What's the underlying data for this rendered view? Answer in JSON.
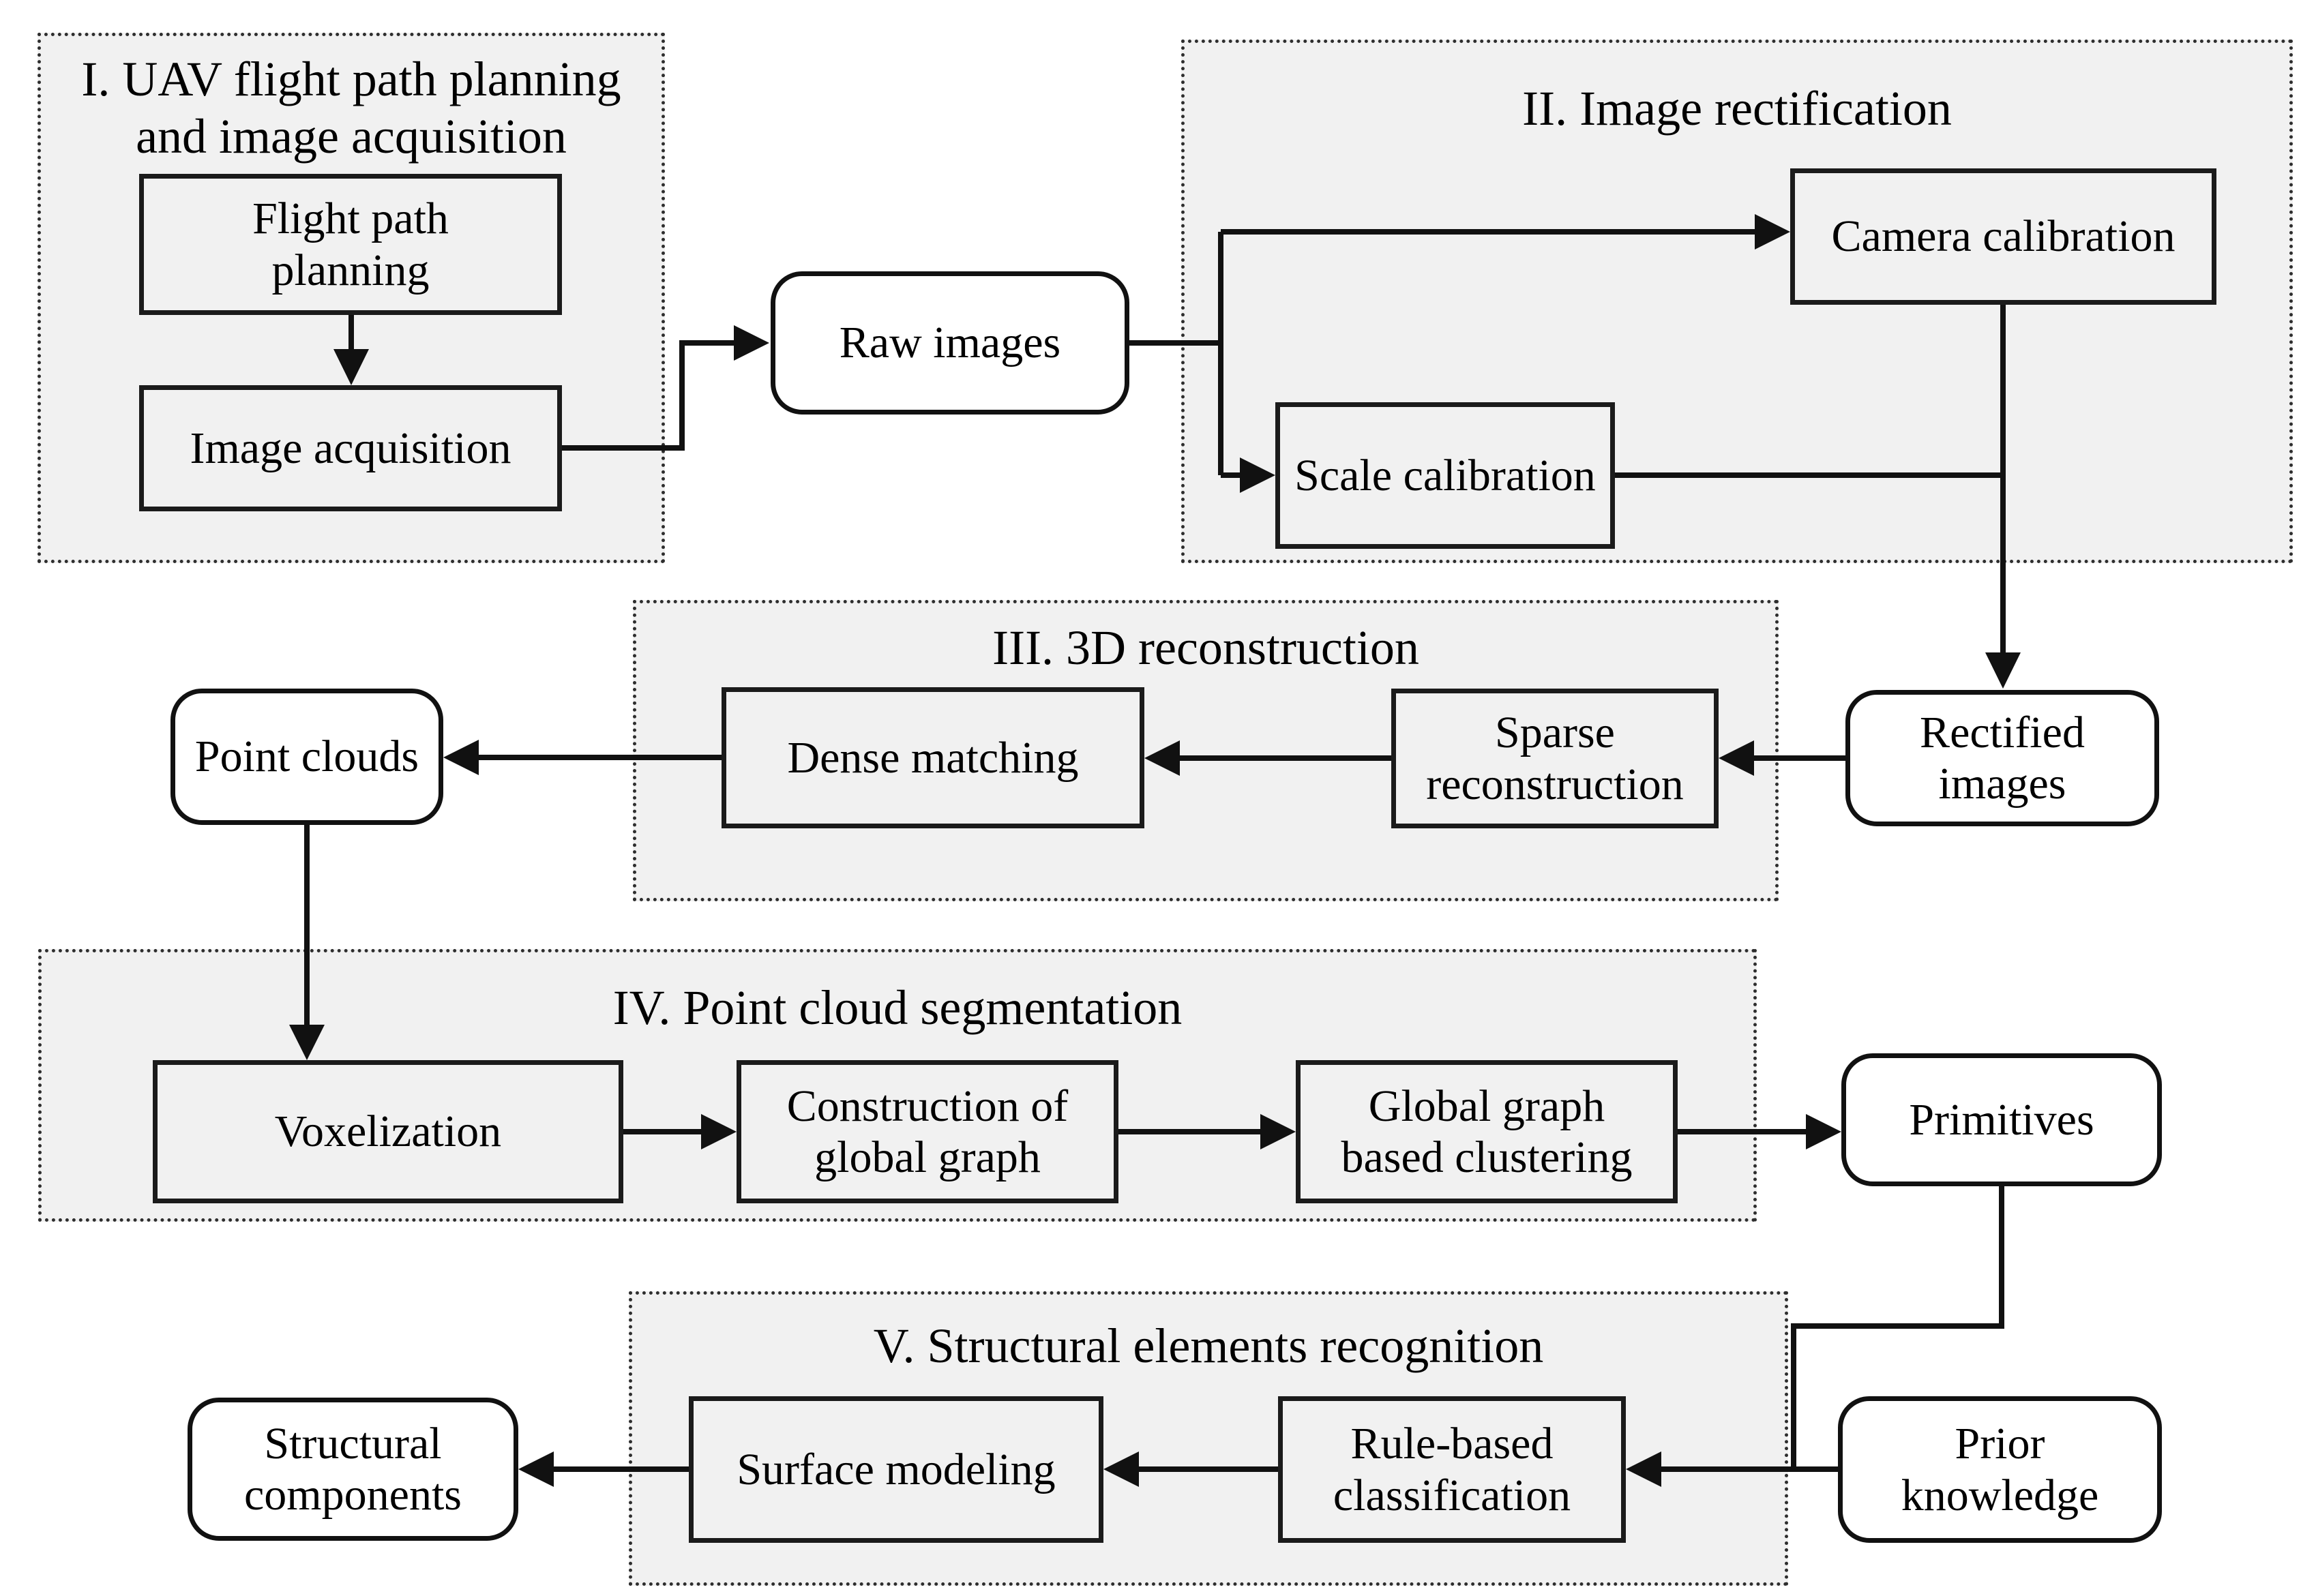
{
  "colors": {
    "background": "#ffffff",
    "stage_fill": "#f1f1f1",
    "process_fill": "#f1f1f1",
    "data_node_fill": "#ffffff",
    "line": "#111111",
    "dotted_border": "#2e2e2e"
  },
  "stages": {
    "s1": {
      "line1": "I. UAV flight path planning",
      "line2": "and image acquisition"
    },
    "s2": {
      "title": "II. Image rectification"
    },
    "s3": {
      "title": "III. 3D reconstruction"
    },
    "s4": {
      "title": "IV. Point cloud segmentation"
    },
    "s5": {
      "title": "V. Structural elements recognition"
    }
  },
  "nodes": {
    "flight_path": {
      "line1": "Flight path",
      "line2": "planning"
    },
    "image_acquisition": {
      "line1": "Image acquisition"
    },
    "raw_images": {
      "line1": "Raw images"
    },
    "camera_calibration": {
      "line1": "Camera calibration"
    },
    "scale_calibration": {
      "line1": "Scale calibration"
    },
    "rectified_images": {
      "line1": "Rectified",
      "line2": "images"
    },
    "sparse_reconstruction": {
      "line1": "Sparse",
      "line2": "reconstruction"
    },
    "dense_matching": {
      "line1": "Dense matching"
    },
    "point_clouds": {
      "line1": "Point clouds"
    },
    "voxelization": {
      "line1": "Voxelization"
    },
    "construction_global_graph": {
      "line1": "Construction of",
      "line2": "global graph"
    },
    "global_graph_clustering": {
      "line1": "Global graph",
      "line2": "based clustering"
    },
    "primitives": {
      "line1": "Primitives"
    },
    "rule_based_classification": {
      "line1": "Rule-based",
      "line2": "classification"
    },
    "surface_modeling": {
      "line1": "Surface modeling"
    },
    "structural_components": {
      "line1": "Structural",
      "line2": "components"
    },
    "prior_knowledge": {
      "line1": "Prior",
      "line2": "knowledge"
    }
  }
}
